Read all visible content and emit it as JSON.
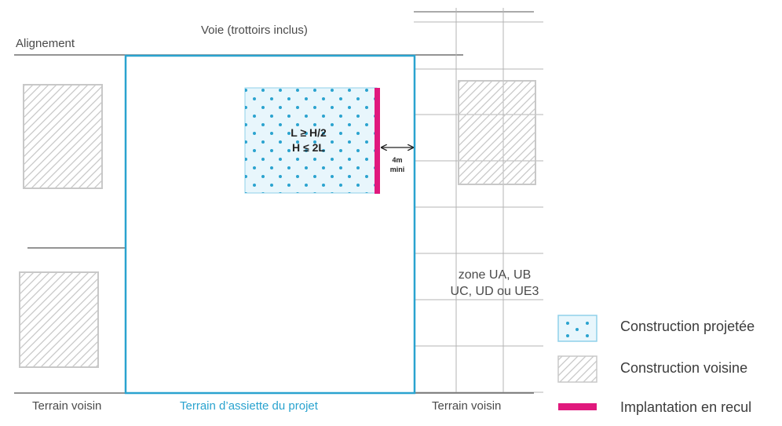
{
  "labels": {
    "street": "Voie (trottoirs inclus)",
    "alignement": "Alignement",
    "terrain_voisin_left": "Terrain voisin",
    "terrain_voisin_right": "Terrain voisin",
    "terrain_projet": "Terrain d’assiette du projet",
    "zone_line1": "zone UA, UB",
    "zone_line2": "UC, UD ou UE3",
    "formula_line1": "L ≥ H/2",
    "formula_line2": "H ≤ 2L",
    "distance_line1": "4m",
    "distance_line2": "mini"
  },
  "legend": [
    {
      "label": "Construction projetée",
      "swatch": "dotted-blue"
    },
    {
      "label": "Construction voisine",
      "swatch": "hatched-grey"
    },
    {
      "label": "Implantation en recul",
      "swatch": "magenta-bar"
    }
  ],
  "colors": {
    "plot_border": "#2aa3cf",
    "dot_fill": "#2aa3cf",
    "construction_bg": "#e8f6fc",
    "hatch": "#c8c8c8",
    "recul": "#e0197d",
    "lines": "#555555",
    "grid": "#b4b4b4"
  }
}
